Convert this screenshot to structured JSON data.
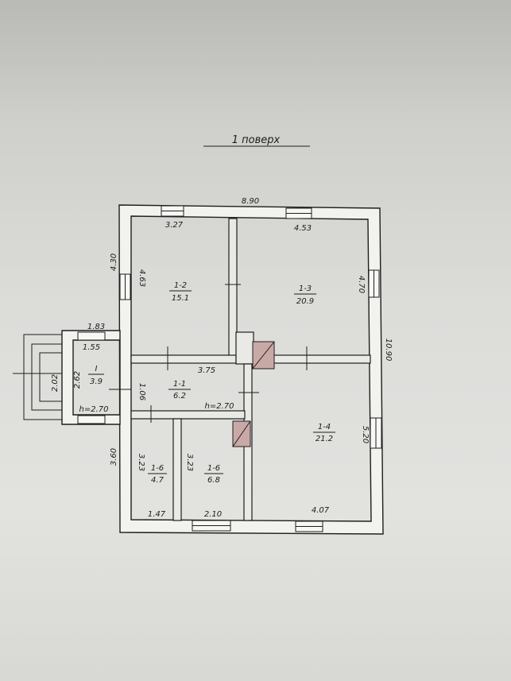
{
  "floor_title": "1 поверх",
  "dimensions": {
    "top_width": "8.90",
    "left_upper": "4.30",
    "left_lower": "3.60",
    "right_full": "10.90",
    "room_1_2_width": "3.27",
    "room_1_2_height": "4.63",
    "room_1_3_width": "4.53",
    "room_1_3_height": "4.70",
    "corridor_width": "3.75",
    "corridor_height": "1.06",
    "corridor_ceiling": "h=2.70",
    "porch_outer_width": "1.83",
    "porch_inner_width": "1.55",
    "porch_height": "2.62",
    "porch_side": "2.02",
    "porch_ceiling": "h=2.70",
    "room_1_6a_height": "3.23",
    "room_1_6a_width": "1.47",
    "room_1_6b_height": "3.23",
    "room_1_6b_width": "2.10",
    "room_1_4_width": "4.07",
    "room_1_4_height": "5.20"
  },
  "rooms": [
    {
      "id": "1-2",
      "area": "15.1"
    },
    {
      "id": "1-3",
      "area": "20.9"
    },
    {
      "id": "1-1",
      "area": "6.2"
    },
    {
      "id": "I",
      "area": "3.9"
    },
    {
      "id": "1-6",
      "area": "4.7"
    },
    {
      "id": "1-6",
      "area": "6.8"
    },
    {
      "id": "1-4",
      "area": "21.2"
    }
  ]
}
